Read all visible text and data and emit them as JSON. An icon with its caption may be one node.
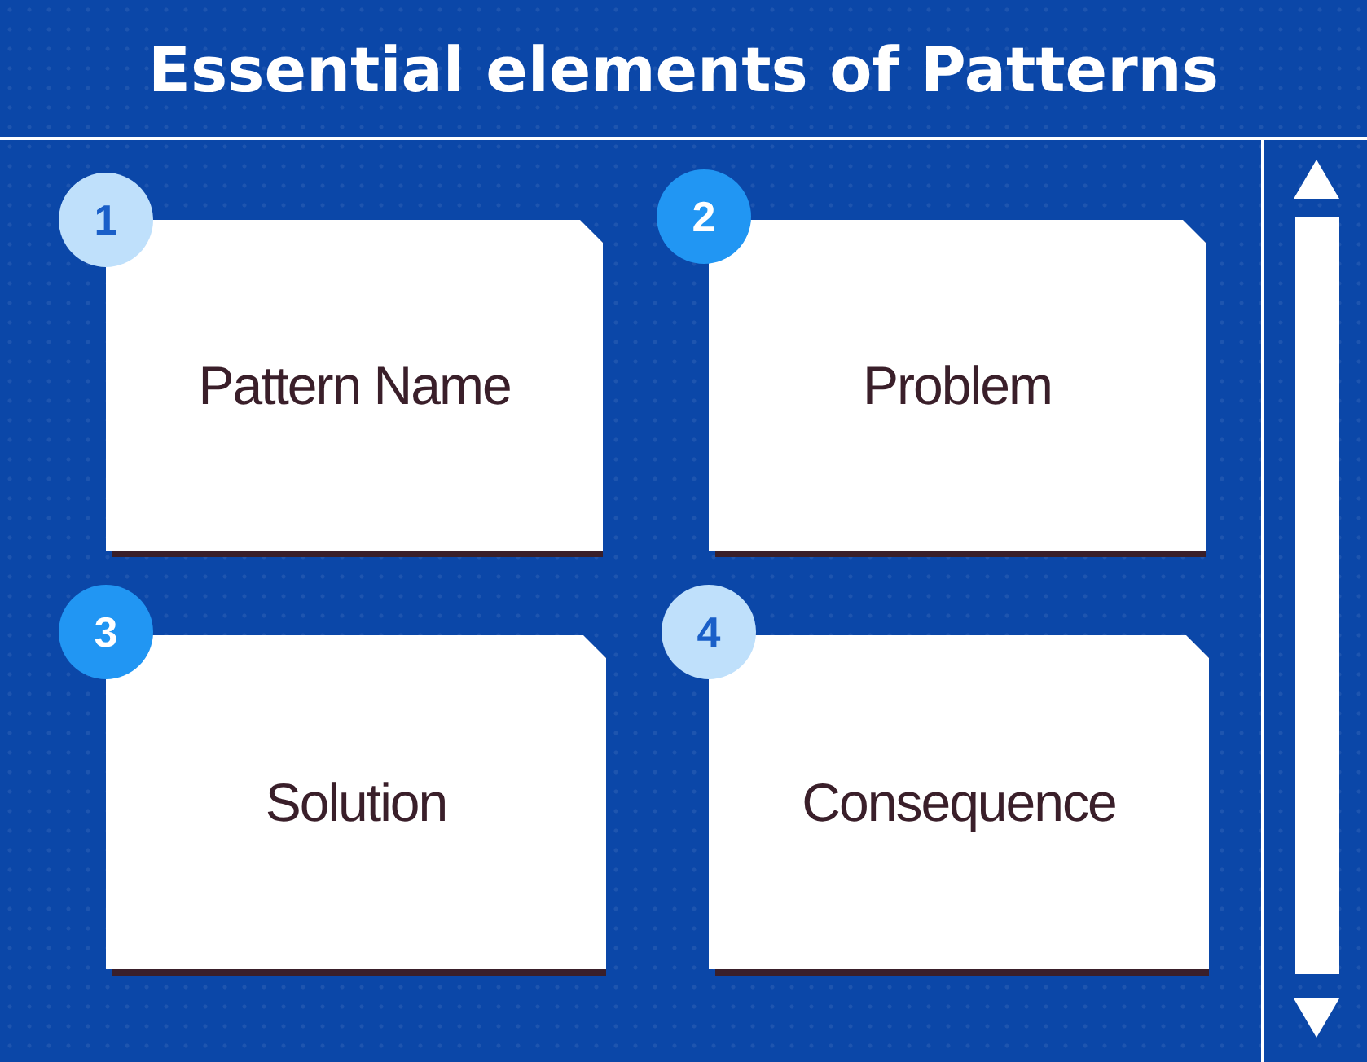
{
  "diagram": {
    "title": "Essential elements of Patterns",
    "nodes": [
      {
        "text": [
          "Pattern Name"
        ]
      },
      {
        "text": [
          "Problem"
        ]
      },
      {
        "text": [
          "Solution"
        ]
      },
      {
        "text": [
          "Consequence"
        ]
      }
    ],
    "edges": [],
    "labels": [
      "1",
      "2",
      "3",
      "4"
    ]
  }
}
